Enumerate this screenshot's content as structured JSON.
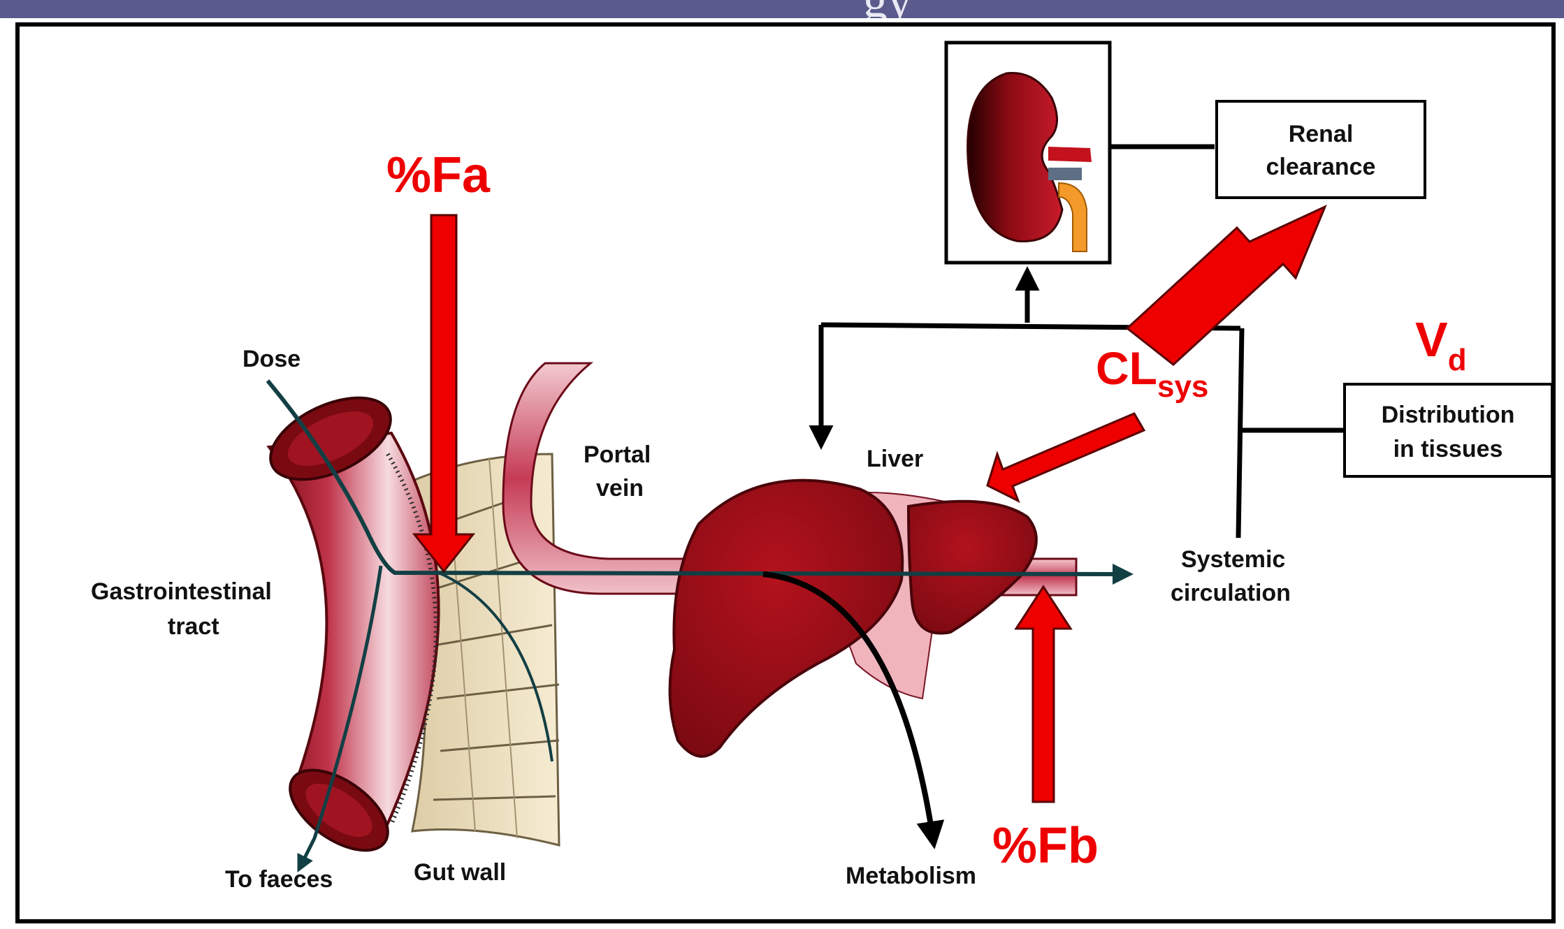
{
  "header": {
    "title_fragment": "gy"
  },
  "labels": {
    "dose": "Dose",
    "portal_vein_1": "Portal",
    "portal_vein_2": "vein",
    "liver": "Liver",
    "gi_tract_1": "Gastrointestinal",
    "gi_tract_2": "tract",
    "to_faeces": "To faeces",
    "gut_wall": "Gut wall",
    "metabolism": "Metabolism",
    "systemic_1": "Systemic",
    "systemic_2": "circulation",
    "renal_1": "Renal",
    "renal_2": "clearance",
    "distribution_1": "Distribution",
    "distribution_2": "in tissues"
  },
  "annotations": {
    "fa": "%Fa",
    "fb": "%Fb",
    "cl_main": "CL",
    "cl_sub": "sys",
    "vd_main": "V",
    "vd_sub": "d"
  },
  "colors": {
    "annotation_red": "#ee0000",
    "organ_red": "#8e0b14",
    "flow_line": "#123f44",
    "header_bar": "#5a5b8c"
  }
}
